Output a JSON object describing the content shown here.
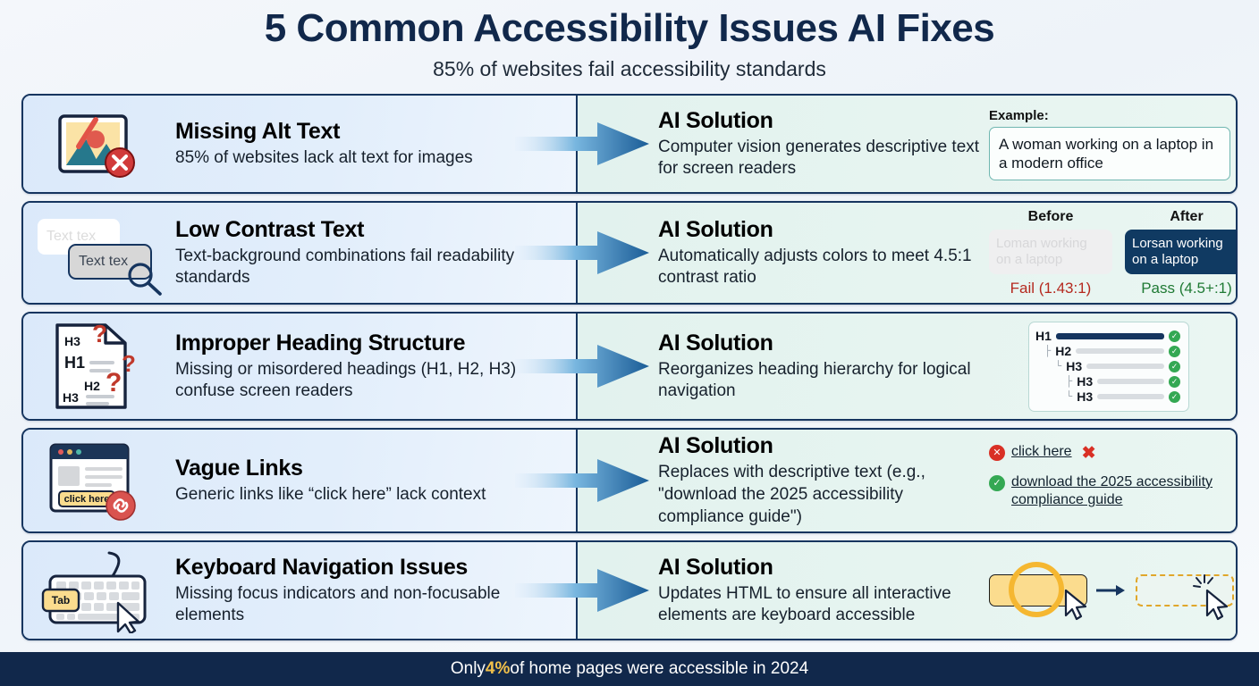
{
  "header": {
    "title": "5 Common Accessibility Issues AI Fixes",
    "subtitle": "85% of websites fail accessibility standards"
  },
  "colors": {
    "navy": "#11284b",
    "left_panel": "#dbe9fa",
    "right_panel": "#e2f2ee",
    "accent_gold": "#f2c14a",
    "fail_red": "#b5291f",
    "pass_green": "#1f7a34",
    "arrow_blue": "#1f6fb5"
  },
  "rows": [
    {
      "icon": "broken-image-icon",
      "title": "Missing Alt Text",
      "desc": "85% of websites lack alt text for images",
      "solution_title": "AI Solution",
      "solution_desc": "Computer vision generates descriptive text for screen readers",
      "visual": {
        "kind": "example",
        "label": "Example:",
        "text": "A woman working on a laptop in a modern office"
      }
    },
    {
      "icon": "low-contrast-magnifier-icon",
      "title": "Low Contrast Text",
      "desc": "Text-background combinations fail readability standards",
      "solution_title": "AI Solution",
      "solution_desc": "Automatically adjusts colors to meet 4.5:1 contrast ratio",
      "visual": {
        "kind": "before-after",
        "before_head": "Before",
        "after_head": "After",
        "before_text": "Loman working on a laptop",
        "after_text": "Lorsan working on a laptop",
        "before_note": "Fail (1.43:1)",
        "after_note": "Pass (4.5+:1)"
      },
      "icon_text": {
        "back": "Text tex",
        "front": "Text tex"
      }
    },
    {
      "icon": "document-headings-question-icon",
      "title": "Improper Heading Structure",
      "desc": "Missing or misordered headings (H1, H2, H3) confuse screen readers",
      "solution_title": "AI Solution",
      "solution_desc": "Reorganizes heading hierarchy for logical navigation",
      "visual": {
        "kind": "heading-tree",
        "items": [
          {
            "label": "H1",
            "indent": 0,
            "tick": "",
            "dark": true,
            "check": "✓"
          },
          {
            "label": "H2",
            "indent": 1,
            "tick": "├",
            "dark": false,
            "check": "✓"
          },
          {
            "label": "H3",
            "indent": 2,
            "tick": "└",
            "dark": false,
            "check": "✓"
          },
          {
            "label": "H3",
            "indent": 3,
            "tick": "├",
            "dark": false,
            "check": "✓"
          },
          {
            "label": "H3",
            "indent": 3,
            "tick": "└",
            "dark": false,
            "check": "✓"
          }
        ]
      },
      "icon_text": {
        "l1": "H3",
        "l2": "H1",
        "l3": "H2",
        "l4": "H3",
        "q": "?"
      }
    },
    {
      "icon": "browser-window-link-icon",
      "title": "Vague Links",
      "desc": "Generic links like “click here” lack context",
      "solution_title": "AI Solution",
      "solution_desc": "Replaces with descriptive text (e.g., \"download the 2025 accessibility compliance guide\")",
      "visual": {
        "kind": "link-compare",
        "bad_text": "click here",
        "good_text": "download the 2025 accessibility compliance guide"
      },
      "icon_text": {
        "button": "click here"
      }
    },
    {
      "icon": "keyboard-cursor-icon",
      "title": "Keyboard Navigation Issues",
      "desc": "Missing focus indicators and non-focusable elements",
      "solution_title": "AI Solution",
      "solution_desc": "Updates HTML to ensure all interactive elements are keyboard accessible",
      "visual": {
        "kind": "focus-demo"
      },
      "icon_text": {
        "key": "Tab"
      }
    }
  ],
  "footer": {
    "prefix": "Only ",
    "highlight": "4%",
    "suffix": " of home pages were accessible in 2024"
  }
}
